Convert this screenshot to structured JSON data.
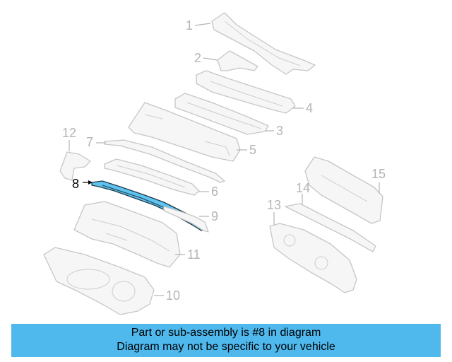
{
  "diagram": {
    "callouts": [
      {
        "id": "1",
        "label": "1"
      },
      {
        "id": "2",
        "label": "2"
      },
      {
        "id": "3",
        "label": "3"
      },
      {
        "id": "4",
        "label": "4"
      },
      {
        "id": "5",
        "label": "5"
      },
      {
        "id": "6",
        "label": "6"
      },
      {
        "id": "7",
        "label": "7"
      },
      {
        "id": "8",
        "label": "8"
      },
      {
        "id": "9",
        "label": "9"
      },
      {
        "id": "10",
        "label": "10"
      },
      {
        "id": "11",
        "label": "11"
      },
      {
        "id": "12",
        "label": "12"
      },
      {
        "id": "13",
        "label": "13"
      },
      {
        "id": "14",
        "label": "14"
      },
      {
        "id": "15",
        "label": "15"
      }
    ],
    "highlighted_part": "8",
    "colors": {
      "highlight_fill": "#5ec3f0",
      "part_outline": "#c6c6c6",
      "callout_text": "#b4b4b4",
      "banner_background": "#4fb8ed"
    }
  },
  "banner": {
    "line1": "Part or sub-assembly is #8 in diagram",
    "line2": "Diagram may not be specific to your vehicle"
  }
}
